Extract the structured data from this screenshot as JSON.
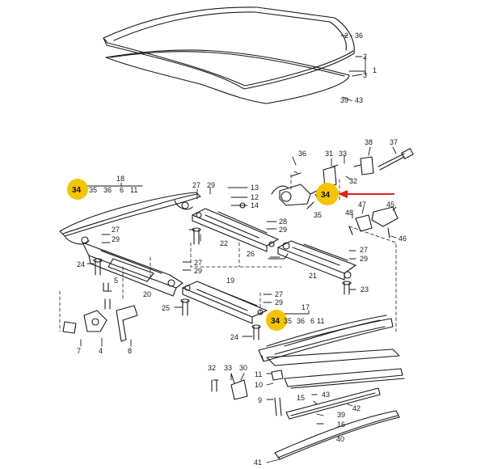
{
  "diagram": {
    "highlight_color": "#f5c400",
    "arrow_color": "#e0201c",
    "line_color": "#1a1a1a",
    "paper_color": "#ffffff",
    "labels": {
      "n2_36": "2 - 36",
      "n2": "2",
      "n1": "1",
      "n3": "3",
      "n39_43": "39 - 43",
      "n18": "18",
      "n35a": "35",
      "n36a": "36",
      "n6": "6",
      "n11a": "11",
      "n27a": "27",
      "n29a": "29",
      "n13": "13",
      "n12": "12",
      "n14": "14",
      "n28": "28",
      "n29b": "29",
      "n27b": "27",
      "n29c": "29",
      "n22": "22",
      "n24a": "24",
      "n5": "5",
      "n20": "20",
      "n36b": "36",
      "n31": "31",
      "n33a": "33",
      "n38": "38",
      "n37": "37",
      "n32a": "32",
      "n35b": "35",
      "n47": "47",
      "n45": "45",
      "n48": "48",
      "n46": "46",
      "n26": "26",
      "n27c": "27",
      "n29d": "29",
      "n21": "21",
      "n23": "23",
      "n27d": "27",
      "n29e": "29",
      "n19": "19",
      "n25": "25",
      "n27e": "27",
      "n29f": "29",
      "n17": "17",
      "n35c": "35",
      "n36c": "36",
      "n11b": "11",
      "n6b": "6",
      "n24b": "24",
      "n7": "7",
      "n4": "4",
      "n8": "8",
      "n32b": "32",
      "n33b": "33",
      "n30": "30",
      "n11c": "11",
      "n10": "10",
      "n9": "9",
      "n43": "43",
      "n15": "15",
      "n42": "42",
      "n39": "39",
      "n16": "16",
      "n40": "40",
      "n41": "41"
    },
    "callouts": [
      "34",
      "34",
      "34"
    ]
  }
}
